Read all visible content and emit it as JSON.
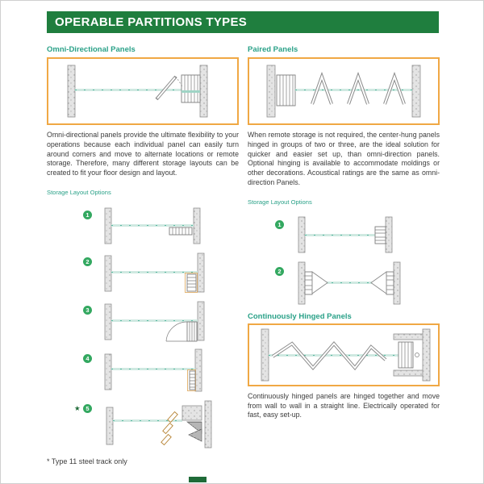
{
  "header": {
    "title": "OPERABLE PARTITIONS TYPES"
  },
  "colors": {
    "header_green": "#1f7e3e",
    "accent_teal": "#2aa188",
    "box_border_orange": "#f0a844",
    "track_teal": "#9fd4c5",
    "wall_gray": "#e4e4e4",
    "number_circle_green": "#33a860",
    "orange_panel_accent": "#b5802f",
    "body_text": "#3c3c3c"
  },
  "left_column": {
    "section_title": "Omni-Directional Panels",
    "description": "Omni-directional panels provide the ultimate flexibility to your operations because each individual panel can easily turn around corners and move to alternate locations or remote storage. Therefore, many different storage layouts can be created to fit your floor design and layout.",
    "storage_label": "Storage Layout Options",
    "layouts": [
      {
        "number": "1"
      },
      {
        "number": "2"
      },
      {
        "number": "3"
      },
      {
        "number": "4"
      },
      {
        "number": "5",
        "star": "★"
      }
    ]
  },
  "right_column": {
    "paired_title": "Paired Panels",
    "paired_description": "When remote storage is not required, the center-hung panels hinged in groups of two or three, are the ideal solution for quicker and easier set up, than omni-direction panels. Optional hinging is available to accommodate moldings or other decorations. Acoustical ratings are the same as omni-direction Panels.",
    "storage_label": "Storage Layout Options",
    "layouts": [
      {
        "number": "1"
      },
      {
        "number": "2"
      }
    ],
    "continuous_title": "Continuously Hinged Panels",
    "continuous_description": "Continuously hinged panels are hinged together and move from wall to wall in a straight line. Electrically operated for fast, easy set-up."
  },
  "footnote": "* Type 11 steel track only"
}
